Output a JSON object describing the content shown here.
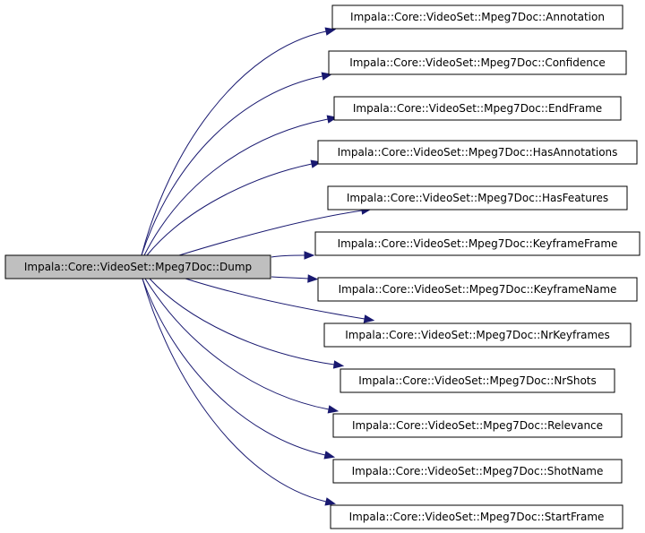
{
  "graph": {
    "source": {
      "label": "Impala::Core::VideoSet::Mpeg7Doc::Dump",
      "fill": "#bfbfbf"
    },
    "targets": [
      {
        "label": "Impala::Core::VideoSet::Mpeg7Doc::Annotation"
      },
      {
        "label": "Impala::Core::VideoSet::Mpeg7Doc::Confidence"
      },
      {
        "label": "Impala::Core::VideoSet::Mpeg7Doc::EndFrame"
      },
      {
        "label": "Impala::Core::VideoSet::Mpeg7Doc::HasAnnotations"
      },
      {
        "label": "Impala::Core::VideoSet::Mpeg7Doc::HasFeatures"
      },
      {
        "label": "Impala::Core::VideoSet::Mpeg7Doc::KeyframeFrame"
      },
      {
        "label": "Impala::Core::VideoSet::Mpeg7Doc::KeyframeName"
      },
      {
        "label": "Impala::Core::VideoSet::Mpeg7Doc::NrKeyframes"
      },
      {
        "label": "Impala::Core::VideoSet::Mpeg7Doc::NrShots"
      },
      {
        "label": "Impala::Core::VideoSet::Mpeg7Doc::Relevance"
      },
      {
        "label": "Impala::Core::VideoSet::Mpeg7Doc::ShotName"
      },
      {
        "label": "Impala::Core::VideoSet::Mpeg7Doc::StartFrame"
      }
    ],
    "edge_color": "#191970",
    "target_fill": "#ffffff"
  }
}
